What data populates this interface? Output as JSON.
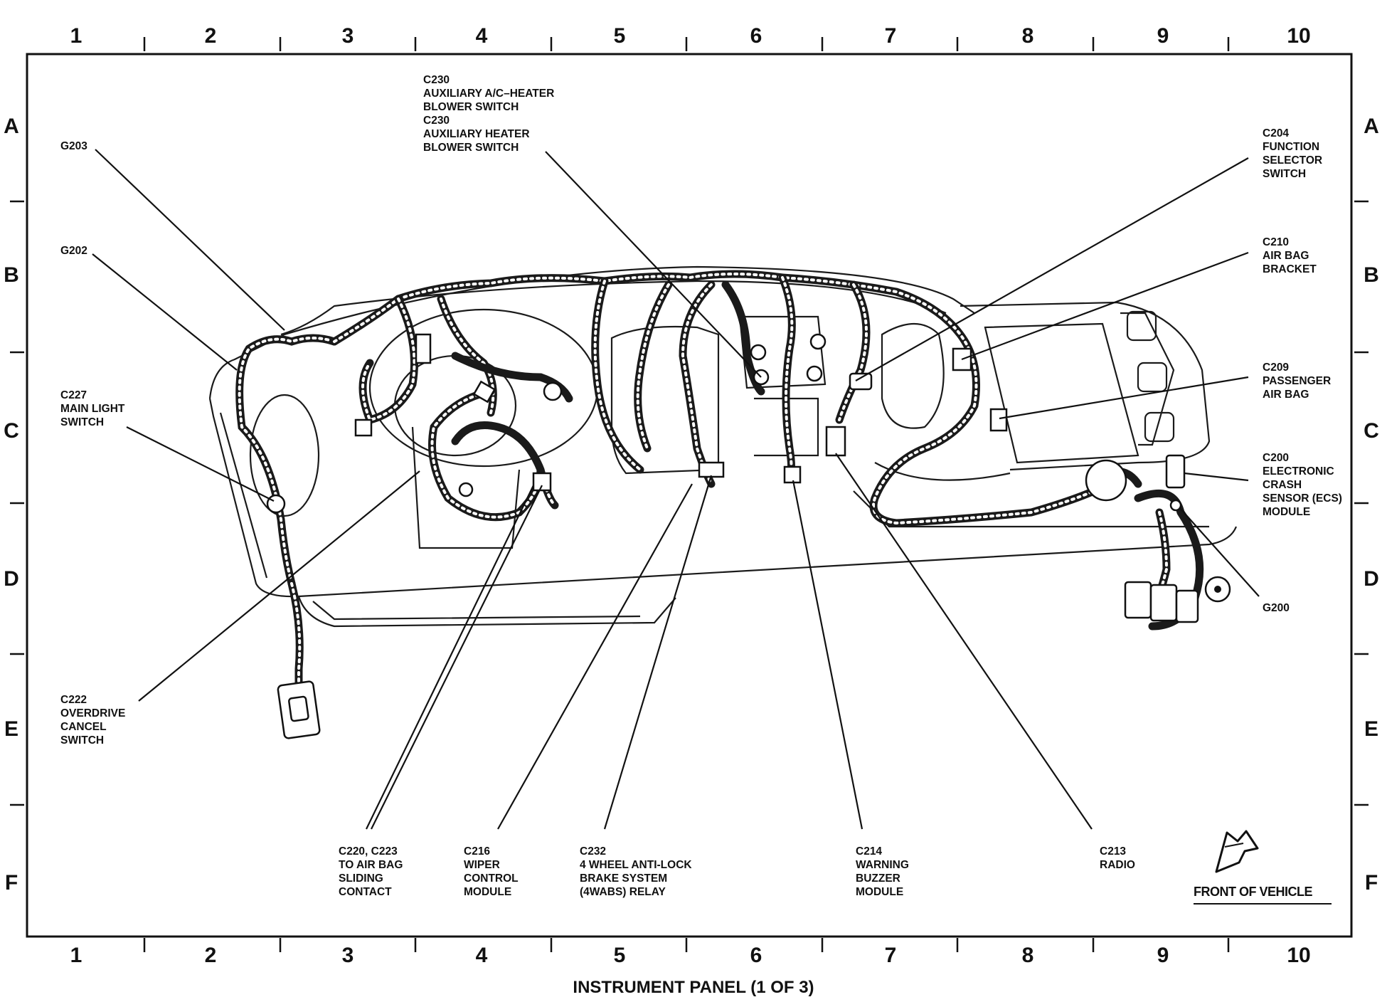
{
  "diagram": {
    "title": "INSTRUMENT PANEL (1 OF 3)",
    "front_of_vehicle": "FRONT OF VEHICLE",
    "grid_columns": [
      "1",
      "2",
      "3",
      "4",
      "5",
      "6",
      "7",
      "8",
      "9",
      "10"
    ],
    "grid_rows": [
      "A",
      "B",
      "C",
      "D",
      "E",
      "F"
    ],
    "callouts": [
      {
        "id": "g203",
        "lines": [
          "G203"
        ]
      },
      {
        "id": "g202",
        "lines": [
          "G202"
        ]
      },
      {
        "id": "c227",
        "lines": [
          "C227",
          "MAIN LIGHT",
          "SWITCH"
        ]
      },
      {
        "id": "c222",
        "lines": [
          "C222",
          "OVERDRIVE",
          "CANCEL",
          "SWITCH"
        ]
      },
      {
        "id": "c230",
        "lines": [
          "C230",
          "AUXILIARY A/C–HEATER",
          "BLOWER SWITCH",
          "C230",
          "AUXILIARY HEATER",
          "BLOWER SWITCH"
        ]
      },
      {
        "id": "c204",
        "lines": [
          "C204",
          "FUNCTION",
          "SELECTOR",
          "SWITCH"
        ]
      },
      {
        "id": "c210",
        "lines": [
          "C210",
          "AIR BAG",
          "BRACKET"
        ]
      },
      {
        "id": "c209",
        "lines": [
          "C209",
          "PASSENGER",
          "AIR BAG"
        ]
      },
      {
        "id": "c200",
        "lines": [
          "C200",
          "ELECTRONIC",
          "CRASH",
          "SENSOR (ECS)",
          "MODULE"
        ]
      },
      {
        "id": "g200",
        "lines": [
          "G200"
        ]
      },
      {
        "id": "c220",
        "lines": [
          "C220, C223",
          "TO AIR BAG",
          "SLIDING",
          "CONTACT"
        ]
      },
      {
        "id": "c216",
        "lines": [
          "C216",
          "WIPER",
          "CONTROL",
          "MODULE"
        ]
      },
      {
        "id": "c232",
        "lines": [
          "C232",
          "4 WHEEL ANTI-LOCK",
          "BRAKE SYSTEM",
          "(4WABS) RELAY"
        ]
      },
      {
        "id": "c214",
        "lines": [
          "C214",
          "WARNING",
          "BUZZER",
          "MODULE"
        ]
      },
      {
        "id": "c213",
        "lines": [
          "C213",
          "RADIO"
        ]
      }
    ]
  }
}
